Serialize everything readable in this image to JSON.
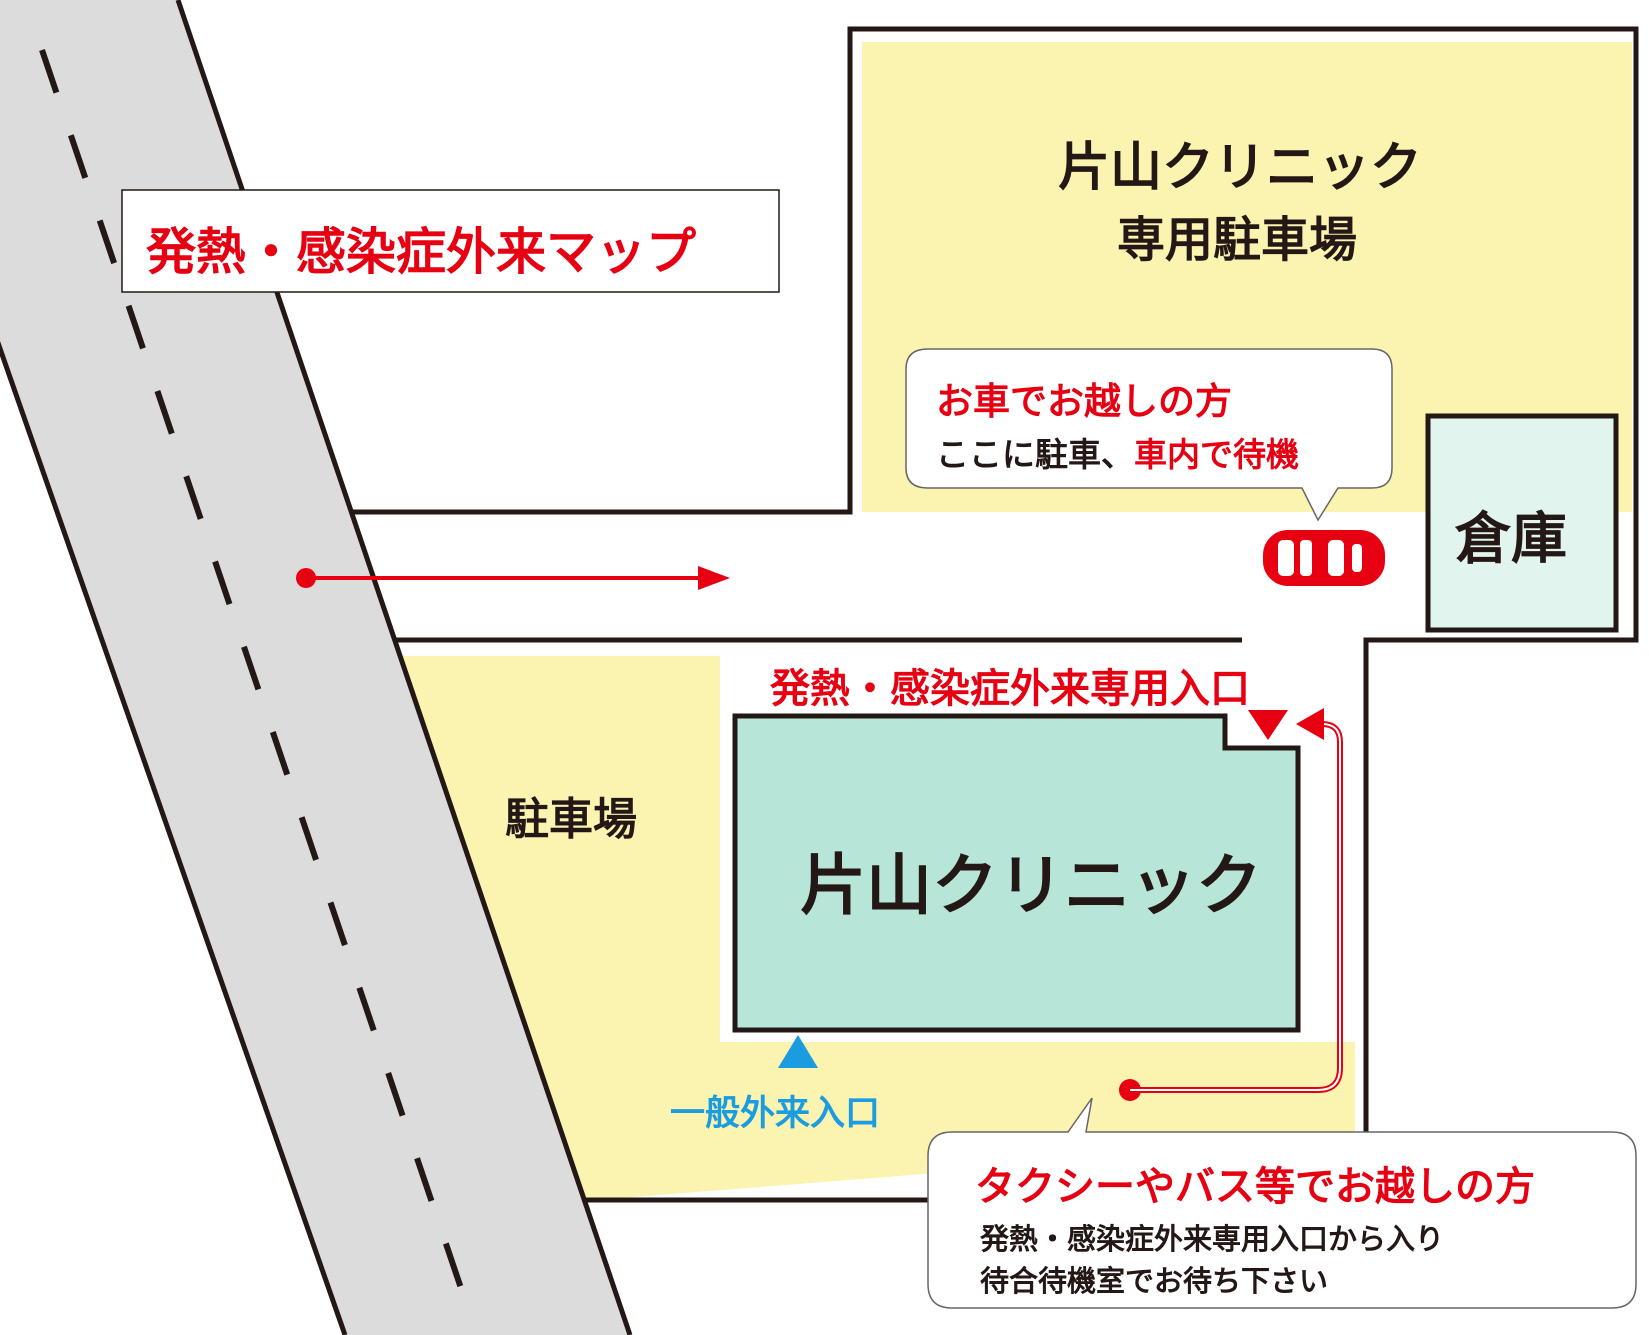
{
  "title": "発熱・感染症外来マップ",
  "labels": {
    "dedicated_parking_line1": "片山クリニック",
    "dedicated_parking_line2": "専用駐車場",
    "warehouse": "倉庫",
    "parking": "駐車場",
    "clinic": "片山クリニック",
    "fever_entrance": "発熱・感染症外来専用入口",
    "general_entrance": "一般外来入口"
  },
  "callout_car": {
    "heading": "お車でお越しの方",
    "line_prefix": "ここに駐車、",
    "line_highlight": "車内で待機"
  },
  "callout_taxi": {
    "heading": "タクシーやバス等でお越しの方",
    "line1": "発熱・感染症外来専用入口から入り",
    "line2": "待合待機室でお待ち下さい"
  },
  "colors": {
    "red": "#e60012",
    "blue": "#1b9be0",
    "yellow": "#fbf3b0",
    "green_light": "#b7e6d9",
    "green_pale": "#e2f4ee",
    "road": "#dcdcdc",
    "ink": "#231815"
  }
}
